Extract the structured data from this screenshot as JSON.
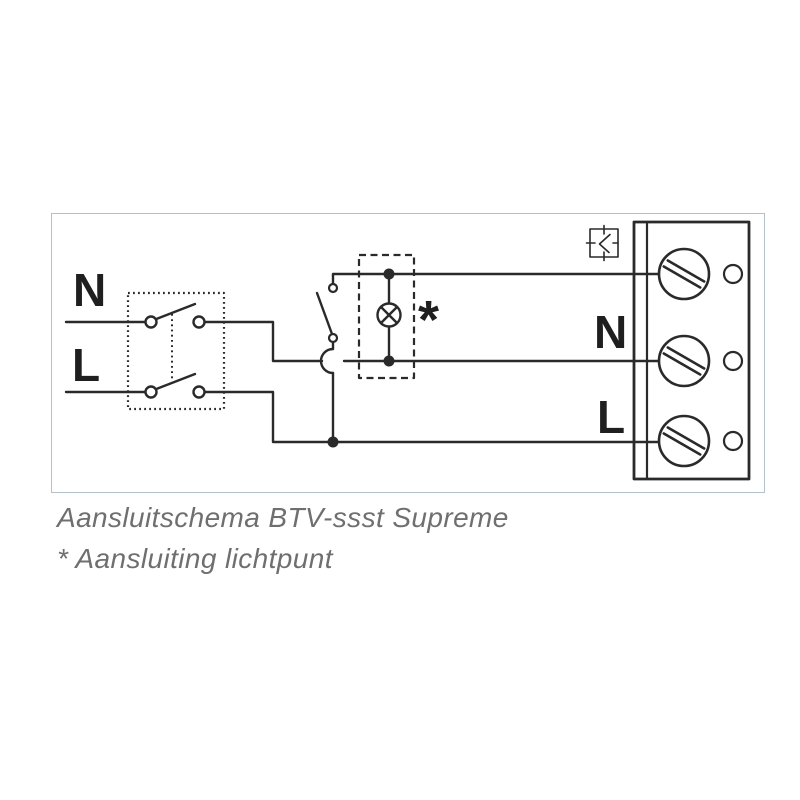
{
  "page": {
    "background": "#ffffff"
  },
  "diagram": {
    "border_color": "#b2c0cb",
    "line_color": "#2a2a2a",
    "labels": {
      "input_n": "N",
      "input_l": "L",
      "terminal_n": "N",
      "terminal_l": "L",
      "lamp_marker": "*"
    },
    "icons": {
      "lamp": "lamp-icon",
      "switch_contact_box": "switch-contact-icon",
      "terminal_screw": "screw-terminal-icon"
    }
  },
  "caption": {
    "title": "Aansluitschema BTV-ssst Supreme",
    "footnote": "* Aansluiting lichtpunt",
    "color": "#6f6f6f"
  }
}
